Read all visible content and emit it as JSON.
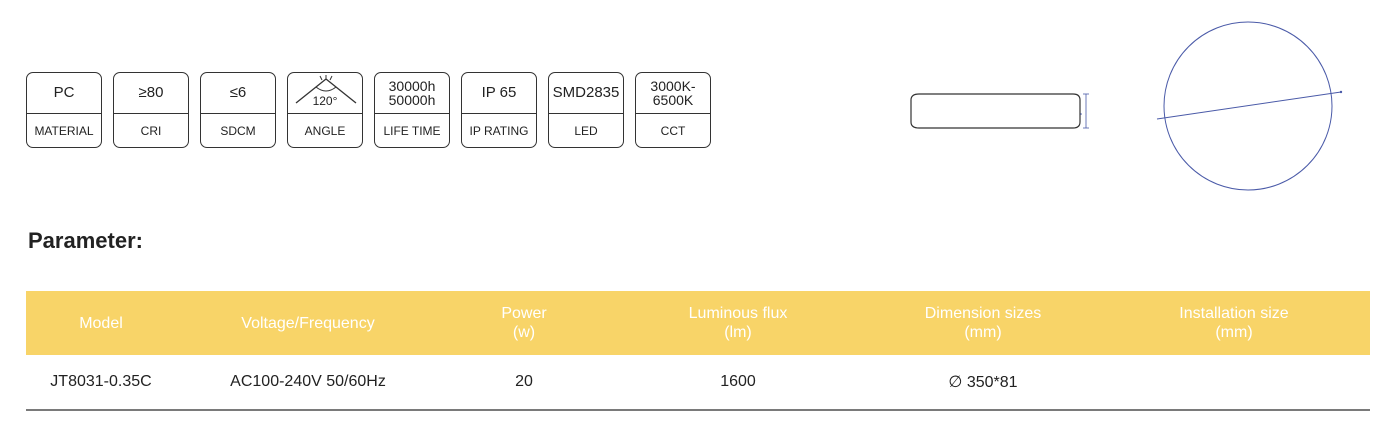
{
  "badges": [
    {
      "top": "PC",
      "bottom": "MATERIAL"
    },
    {
      "top": "≥80",
      "bottom": "CRI"
    },
    {
      "top": "≤6",
      "bottom": "SDCM"
    },
    {
      "top": "120°",
      "bottom": "ANGLE"
    },
    {
      "top": "30000h\n50000h",
      "bottom": "LIFE TIME"
    },
    {
      "top": "IP 65",
      "bottom": "IP RATING"
    },
    {
      "top": "SMD2835",
      "bottom": "LED"
    },
    {
      "top": "3000K-\n6500K",
      "bottom": "CCT"
    }
  ],
  "section_title": "Parameter:",
  "table": {
    "headers": [
      "Model",
      "Voltage/Frequency",
      "Power\n(w)",
      "Luminous flux\n(lm)",
      "Dimension sizes\n(mm)",
      "Installation size\n(mm)"
    ],
    "rows": [
      [
        "JT8031-0.35C",
        "AC100-240V 50/60Hz",
        "20",
        "1600",
        "∅ 350*81",
        ""
      ]
    ]
  },
  "colors": {
    "header_bg": "#f8d468",
    "header_text": "#ffffff",
    "diagram_line": "#4a5aa8"
  }
}
